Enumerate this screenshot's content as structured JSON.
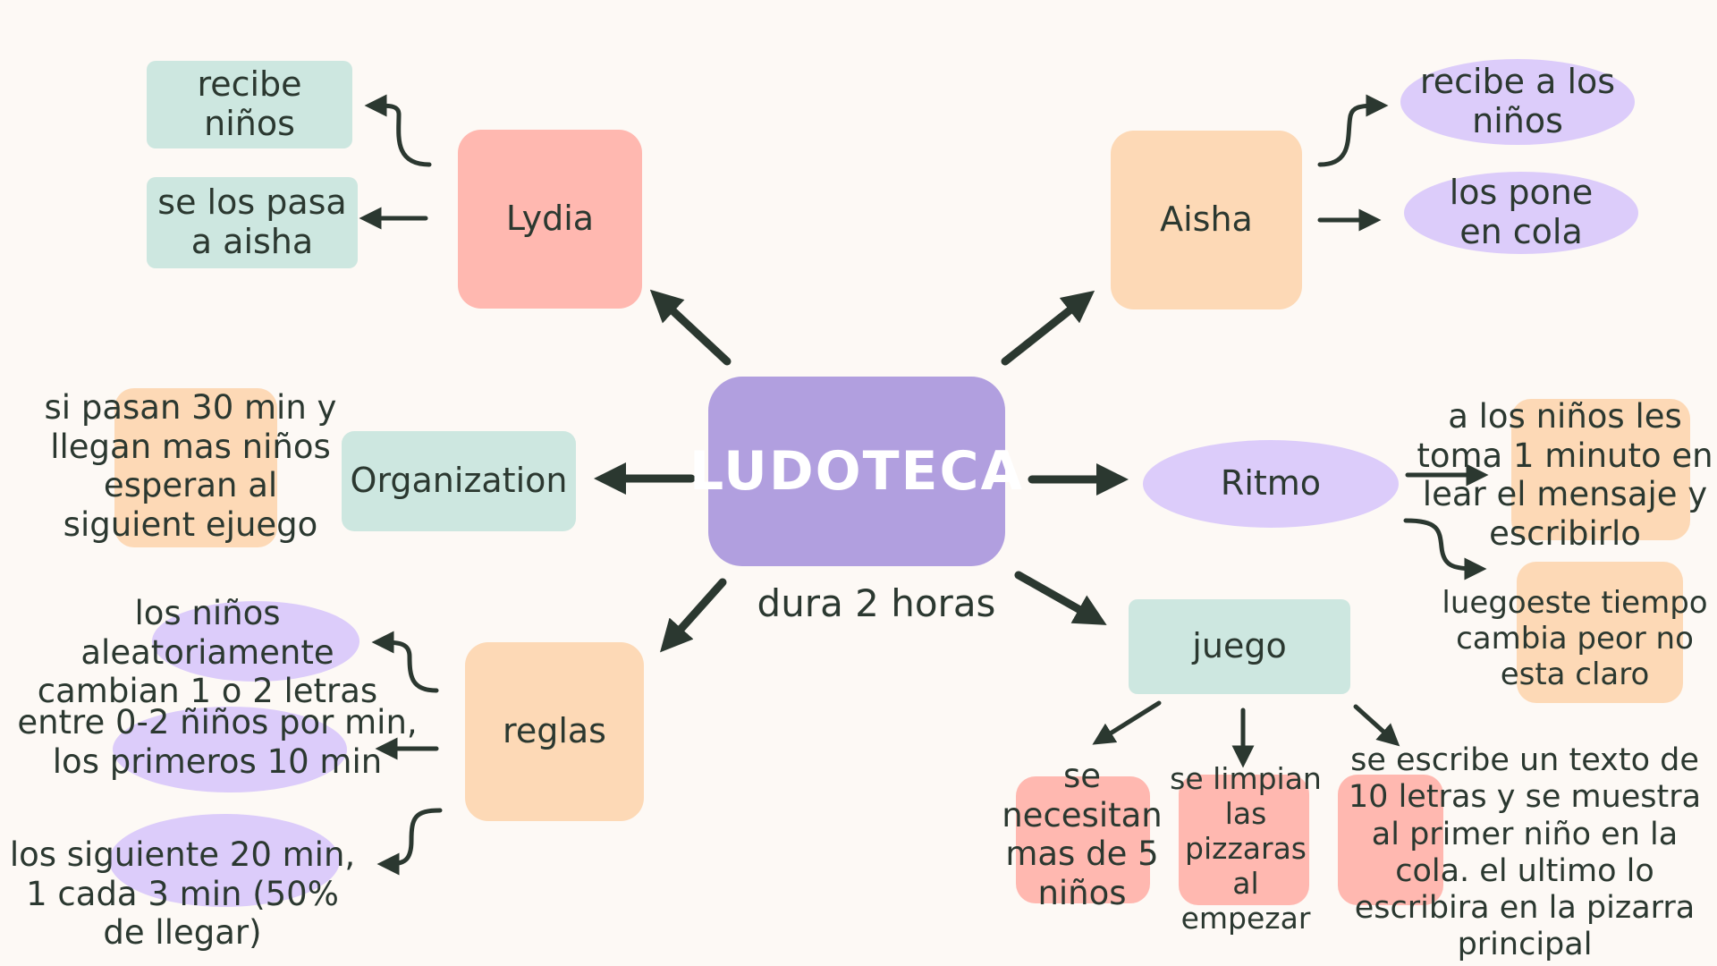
{
  "center": {
    "title": "LUDOTECA",
    "subtitle": "dura 2 horas"
  },
  "lydia": {
    "label": "Lydia",
    "items": [
      "recibe niños",
      "se los pasa a aisha"
    ]
  },
  "aisha": {
    "label": "Aisha",
    "items": [
      "recibe a los niños",
      "los pone en cola"
    ]
  },
  "organization": {
    "label": "Organization",
    "note": "si pasan 30 min y llegan mas niños esperan al siguient ejuego"
  },
  "ritmo": {
    "label": "Ritmo",
    "items": [
      "a los niños les toma 1 minuto en lear el mensaje y escribirlo",
      "luegoeste tiempo cambia peor no esta claro"
    ]
  },
  "reglas": {
    "label": "reglas",
    "items": [
      "los niños aleatoriamente cambian 1 o 2 letras",
      "entre 0-2 ñiños por min, los primeros 10 min",
      "los siguiente 20 min, 1 cada 3 min (50% de llegar)"
    ]
  },
  "juego": {
    "label": "juego",
    "items": [
      "se necesitan mas de 5 niños",
      "se limpian las pizzaras al empezar",
      "se escribe un texto de 10 letras y se muestra al primer niño en la cola. el ultimo lo escribira en la pizarra principal"
    ]
  },
  "colors": {
    "background": "#fdf9f5",
    "center": "#b19fdf",
    "pink": "#ffb8b0",
    "peach": "#fdd9b6",
    "mint": "#cde7e0",
    "lavender": "#dcccfa",
    "arrow": "#2b3830"
  }
}
